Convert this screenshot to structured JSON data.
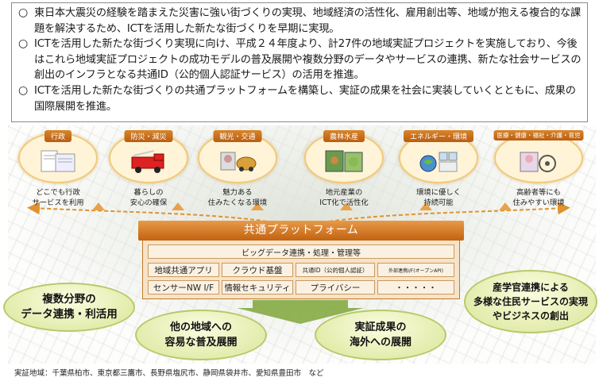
{
  "summary": [
    {
      "mark": "○",
      "text": "東日本大震災の経験を踏まえた災害に強い街づくりの実現、地域経済の活性化、雇用創出等、地域が抱える複合的な課題を解決するため、ICTを活用した新たな街づくりを早期に実現。"
    },
    {
      "mark": "○",
      "text": "ICTを活用した新たな街づくり実現に向け、平成２４年度より、計27件の地域実証プロジェクトを実施しており、今後はこれら地域実証プロジェクトの成功モデルの普及展開や複数分野のデータやサービスの連携、新たな社会サービスの創出のインフラとなる共通ID（公的個人認証サービス）の活用を推進。"
    },
    {
      "mark": "○",
      "text": "ICTを活用した新たな街づくりの共通プラットフォームを構築し、実証の成果を社会に実装していくとともに、成果の国際展開を推進。"
    }
  ],
  "domains": [
    {
      "tag": "行政",
      "caption": [
        "どこでも行政",
        "サービスを利用"
      ],
      "icon": "document-icon"
    },
    {
      "tag": "防災・減災",
      "caption": [
        "暮らしの",
        "安心の確保"
      ],
      "icon": "fire-truck-icon"
    },
    {
      "tag": "観光・交通",
      "caption": [
        "魅力ある",
        "住みたくなる環境"
      ],
      "icon": "travel-icon"
    },
    {
      "tag": "農林水産",
      "caption": [
        "地元産業の",
        "ICT化で活性化"
      ],
      "icon": "farm-icon"
    },
    {
      "tag": "エネルギー・環境",
      "caption": [
        "環境に優しく",
        "持続可能"
      ],
      "icon": "eco-icon"
    },
    {
      "tag": "医療・健康・福祉・介護・育児",
      "caption": [
        "高齢者等にも",
        "住みやすい環境"
      ],
      "icon": "healthcare-icon"
    }
  ],
  "platform": {
    "title": "共通プラットフォーム",
    "bigdata": "ビッグデータ連携・処理・管理等",
    "row1": [
      "地域共通アプリ",
      "クラウド基盤",
      "共通ID（公的個人認証）",
      "外部連携I/F(オープンAPI)"
    ],
    "row2": [
      "センサーNW I/F",
      "情報セキュリティ",
      "プライバシー",
      "・・・・・"
    ]
  },
  "bubbles": {
    "left": [
      "複数分野の",
      "データ連携・利活用"
    ],
    "right": [
      "産学官連携による",
      "多様な住民サービスの実現",
      "やビジネスの創出"
    ],
    "center_left": [
      "他の地域への",
      "容易な普及展開"
    ],
    "center_right": [
      "実証成果の",
      "海外への展開"
    ]
  },
  "footnote": "実証地域：千葉県柏市、東京都三鷹市、長野県塩尻市、静岡県袋井市、愛知県豊田市　など",
  "colors": {
    "accent": "#c2620f",
    "bubble": "#e3ecad",
    "oval": "#fff4d8"
  }
}
